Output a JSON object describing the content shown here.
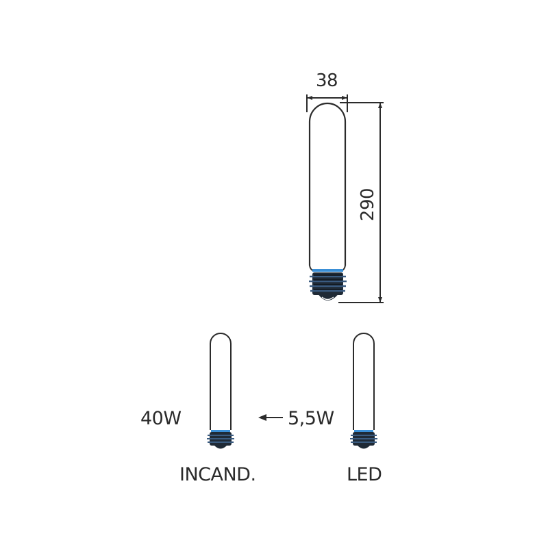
{
  "dimensions": {
    "width_mm": "38",
    "height_mm": "290"
  },
  "comparison": {
    "incandescent": {
      "wattage": "40W",
      "caption": "INCAND."
    },
    "led": {
      "wattage": "5,5W",
      "caption": "LED"
    },
    "arrow": "left-arrow"
  },
  "colors": {
    "line": "#2b2b2b",
    "base_band": "#3a8fd6",
    "base_thread": "#1f2a36",
    "background": "#ffffff"
  }
}
